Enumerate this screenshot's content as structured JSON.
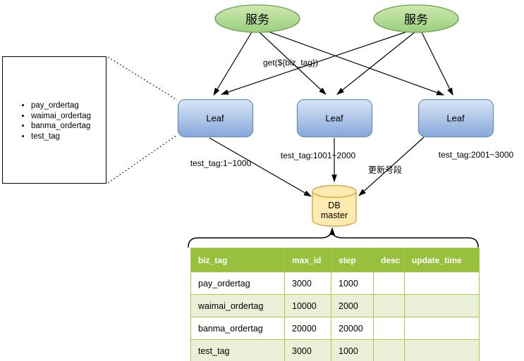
{
  "colors": {
    "svc_top": "#cde9b0",
    "svc_bot": "#9ccf7e",
    "svc_stroke": "#6fa050",
    "leaf_top": "#d9e6f8",
    "leaf_bot": "#87a8d9",
    "leaf_stroke": "#6c8ebf",
    "db_fill": "#ffeab0",
    "db_stroke": "#d6a748",
    "tbl_header": "#97c13d",
    "tbl_alt": "#eaf0d8",
    "tbl_border": "#a9c654"
  },
  "diagram": {
    "services": [
      "服务",
      "服务"
    ],
    "leaves": [
      "Leaf",
      "Leaf",
      "Leaf"
    ],
    "labels": {
      "get_call": "get(${biz_tag})",
      "segment_left": "test_tag:1~1000",
      "segment_middle": "test_tag:1001~2000",
      "segment_right": "test_tag:2001~3000",
      "update_segment": "更新号段"
    },
    "db": {
      "line1": "DB",
      "line2": "master"
    },
    "tag_list": [
      "pay_ordertag",
      "waimai_ordertag",
      "banma_ordertag",
      "test_tag"
    ]
  },
  "table": {
    "headers": [
      "biz_tag",
      "max_id",
      "step",
      "desc",
      "update_time"
    ],
    "rows": [
      [
        "pay_ordertag",
        "3000",
        "1000",
        "",
        ""
      ],
      [
        "waimai_ordertag",
        "10000",
        "2000",
        "",
        ""
      ],
      [
        "banma_ordertag",
        "20000",
        "20000",
        "",
        ""
      ],
      [
        "test_tag",
        "3000",
        "1000",
        "",
        ""
      ]
    ]
  }
}
